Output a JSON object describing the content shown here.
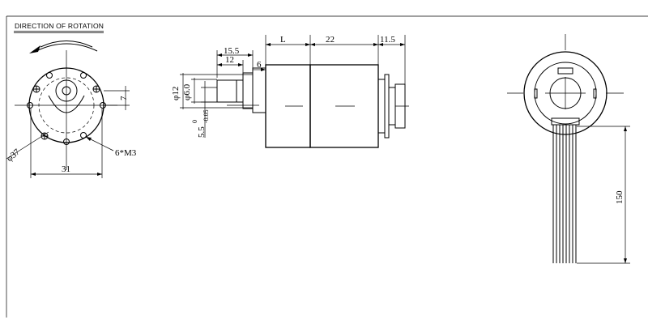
{
  "heading": "DIRECTION OF ROTATION",
  "front_view": {
    "dia_outer": "φ37",
    "offset": "7",
    "width": "31",
    "screw_callout": "6*M3"
  },
  "side_view": {
    "dim_L": "L",
    "dim_22": "22",
    "dim_11_5": "11.5",
    "dim_15_5": "15.5",
    "dim_12": "12",
    "dim_6": "6",
    "dia_12": "φ12",
    "dia_6": "φ6.0",
    "shaft_flat": "5.5",
    "tol_upper": "0",
    "tol_lower": "-0.05"
  },
  "rear_view": {
    "lead_length": "150"
  }
}
